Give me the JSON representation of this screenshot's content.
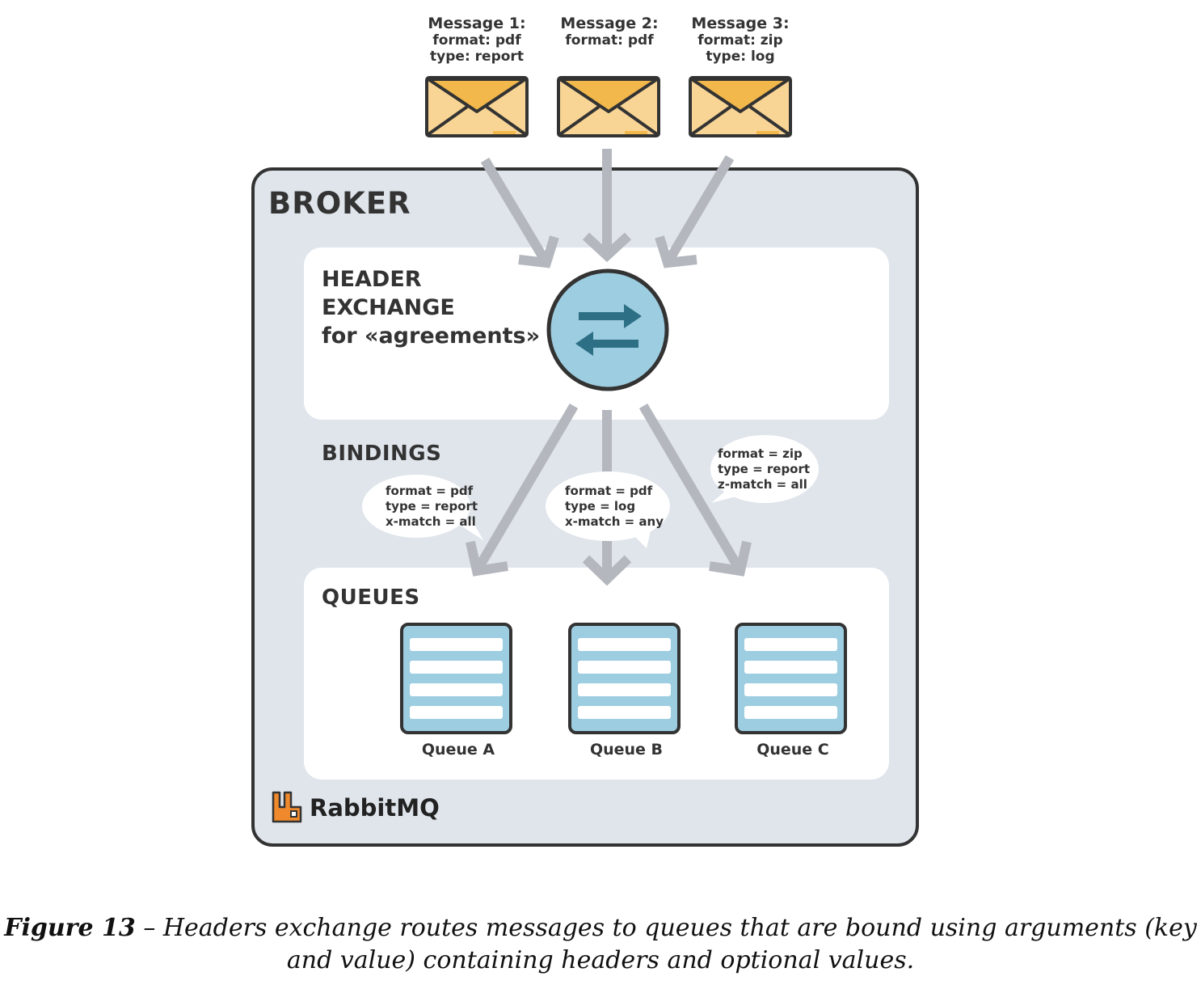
{
  "messages": [
    {
      "title": "Message 1:",
      "line1": "format: pdf",
      "line2": "type: report"
    },
    {
      "title": "Message 2:",
      "line1": "format: pdf",
      "line2": ""
    },
    {
      "title": "Message 3:",
      "line1": "format: zip",
      "line2": "type: log"
    }
  ],
  "broker": {
    "title": "BROKER"
  },
  "exchange": {
    "line1": "HEADER",
    "line2": "EXCHANGE",
    "line3": "for «agreements»"
  },
  "bindings": {
    "title": "BINDINGS",
    "items": [
      {
        "l1": "format = pdf",
        "l2": "type = report",
        "l3": "x-match = all"
      },
      {
        "l1": "format = pdf",
        "l2": "type = log",
        "l3": "x-match = any"
      },
      {
        "l1": "format = zip",
        "l2": "type = report",
        "l3": "z-match = all"
      }
    ]
  },
  "queues": {
    "title": "QUEUES",
    "items": [
      "Queue A",
      "Queue B",
      "Queue C"
    ]
  },
  "brand": "RabbitMQ",
  "caption": {
    "figure": "Figure 13",
    "text1": " – Headers exchange routes messages to queues that are bound using arguments (key",
    "text2": "and value) containing headers and optional values."
  },
  "colors": {
    "envelope": "#f2b84b",
    "envelope_light": "#f8d595",
    "exchange": "#9dcde0",
    "arrow": "#b4b7bd",
    "broker_bg": "#dfe5eb",
    "brand": "#f0892b"
  }
}
